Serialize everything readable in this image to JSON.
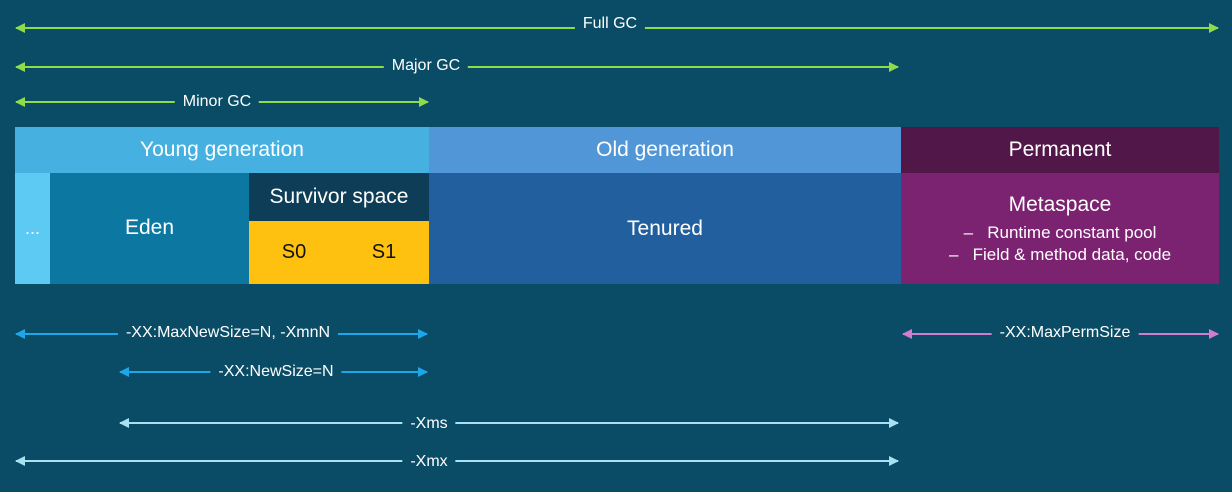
{
  "gc": {
    "full_gc": "Full GC",
    "major_gc": "Major GC",
    "minor_gc": "Minor GC"
  },
  "heap": {
    "young_generation": "Young generation",
    "old_generation": "Old generation",
    "permanent": "Permanent",
    "ellipsis": "...",
    "eden": "Eden",
    "survivor_space": "Survivor space",
    "s0": "S0",
    "s1": "S1",
    "tenured": "Tenured",
    "metaspace": {
      "title": "Metaspace",
      "items": [
        "Runtime constant pool",
        "Field & method data, code"
      ]
    }
  },
  "options": {
    "max_new_size": "-XX:MaxNewSize=N, -XmnN",
    "new_size": "-XX:NewSize=N",
    "max_perm_size": "-XX:MaxPermSize",
    "xms": "-Xms",
    "xmx": "-Xmx"
  },
  "colors": {
    "background": "#0a4c66",
    "gc_arrow": "#8fdc4a",
    "option_arrow": "#1ea7e8",
    "heap_arrow": "#a8e2f2",
    "perm_arrow": "#d17ccf",
    "young_header": "#46b0e1",
    "old_header": "#5196d6",
    "perm_header": "#511748",
    "eden": "#0c77a1",
    "ellipsis_cell": "#5ccaf3",
    "survivor_header": "#0e3e57",
    "survivor_cell": "#fec10f",
    "tenured": "#215f9e",
    "metaspace": "#7b2271"
  }
}
